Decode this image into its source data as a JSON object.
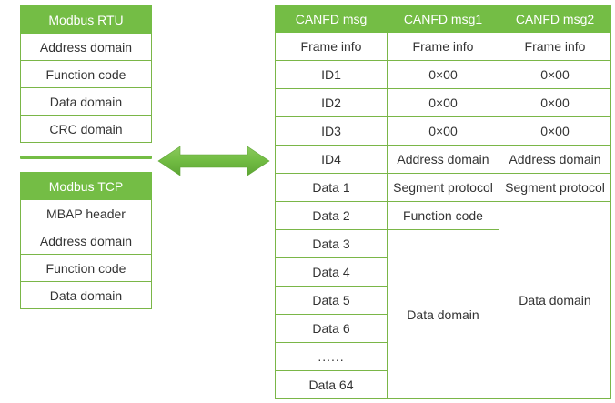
{
  "diagram": {
    "title_left_top": "Modbus RTU",
    "title_left_bottom": "Modbus TCP",
    "arrow_icon": "double-headed-arrow-icon"
  },
  "colors": {
    "header_green": "#74bd45",
    "border_green": "#7ab648",
    "light_green_text": "#95d05a",
    "red_text": "#ec4f66",
    "dark_text": "#333333",
    "background": "#ffffff"
  },
  "modbus_rtu": {
    "header": "Modbus RTU",
    "rows": [
      {
        "label": "Address domain",
        "style": "green"
      },
      {
        "label": "Function code",
        "style": "red"
      },
      {
        "label": "Data domain",
        "style": "green"
      },
      {
        "label": "CRC domain",
        "style": "dark"
      }
    ]
  },
  "modbus_tcp": {
    "header": "Modbus TCP",
    "rows": [
      {
        "label": "MBAP header",
        "style": "green"
      },
      {
        "label": "Address domain",
        "style": "green"
      },
      {
        "label": "Function code",
        "style": "red"
      },
      {
        "label": "Data domain",
        "style": "green"
      }
    ]
  },
  "canfd": {
    "headers": [
      "CANFD msg",
      "CANFD msg1",
      "CANFD msg2"
    ],
    "rows": [
      {
        "c1": "Frame info",
        "c2": "Frame info",
        "c3": "Frame info"
      },
      {
        "c1": "ID1",
        "c2": "0×00",
        "c3": "0×00"
      },
      {
        "c1": "ID2",
        "c2": "0×00",
        "c3": "0×00"
      },
      {
        "c1": "ID3",
        "c2": "0×00",
        "c3": "0×00"
      },
      {
        "c1": "ID4",
        "c2": "Address domain",
        "c3": "Address domain"
      },
      {
        "c1": "Data 1",
        "c2": "Segment protocol",
        "c3": "Segment protocol"
      },
      {
        "c1": "Data 2",
        "c2": "Function code",
        "c3": "Data domain"
      },
      {
        "c1": "Data 3"
      },
      {
        "c1": "Data 4"
      },
      {
        "c1": "Data 5",
        "c2": "Data domain"
      },
      {
        "c1": "Data 6"
      },
      {
        "c1": "......"
      },
      {
        "c1": "Data 64"
      }
    ]
  }
}
